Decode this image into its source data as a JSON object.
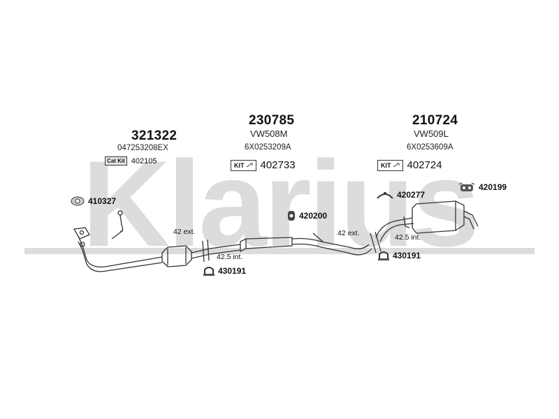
{
  "brand": {
    "watermark": "Klarius"
  },
  "sections": [
    {
      "main": "321322",
      "oem": "047253208EX",
      "kit_label": "Cat Kit",
      "kit_number": "402105"
    },
    {
      "main": "230785",
      "code": "VW508M",
      "oem": "6X0253209A",
      "kit_label": "KIT",
      "kit_number": "402733"
    },
    {
      "main": "210724",
      "code": "VW509L",
      "oem": "6X0253609A",
      "kit_label": "KIT",
      "kit_number": "402724"
    }
  ],
  "parts": {
    "p410327": "410327",
    "p420200": "420200",
    "p430191_left": "430191",
    "p420277": "420277",
    "p420199": "420199",
    "p430191_right": "430191"
  },
  "notes": {
    "left_ext": "42 ext.",
    "left_int": "42.5 int.",
    "right_ext": "42 ext.",
    "right_int": "42.5 int."
  },
  "colors": {
    "watermark": "#dcdcdc",
    "line": "#333333"
  }
}
